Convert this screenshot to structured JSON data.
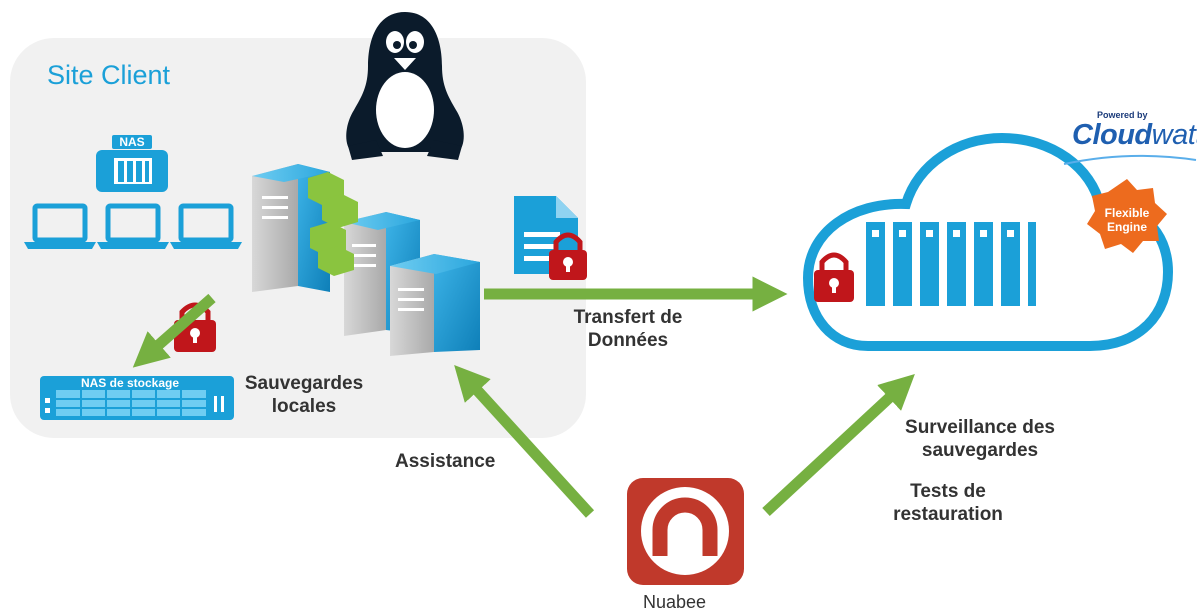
{
  "site": {
    "title": "Site Client"
  },
  "devices": {
    "nas_badge": "NAS",
    "nas_storage_label": "NAS de stockage"
  },
  "labels": {
    "local_backups": [
      "Sauvegardes",
      "locales"
    ],
    "transfer": [
      "Transfert de",
      "Données"
    ],
    "assistance": "Assistance",
    "monitoring": [
      "Surveillance des",
      "sauvegardes"
    ],
    "restore_tests": [
      "Tests de",
      "restauration"
    ],
    "nuabee": "Nuabee"
  },
  "cloudwatt": {
    "powered": "Powered by",
    "name_part1": "Cloud",
    "name_part2": "watt"
  },
  "flexible_engine": [
    "Flexible",
    "Engine"
  ],
  "colors": {
    "accent_blue": "#1ba0d8",
    "arrow_green": "#76b041",
    "lock_red": "#c0161b",
    "nuabee_red": "#c0392b",
    "flexible_orange": "#ed6b1e",
    "panel_gray": "#f1f1f1"
  },
  "icons": [
    "linux-tux-icon",
    "nas-icon",
    "laptop-icon",
    "server-icon",
    "document-icon",
    "lock-icon",
    "cloud-storage-icon",
    "nuabee-logo-icon",
    "flexible-engine-badge-icon",
    "nas-storage-rack-icon"
  ]
}
